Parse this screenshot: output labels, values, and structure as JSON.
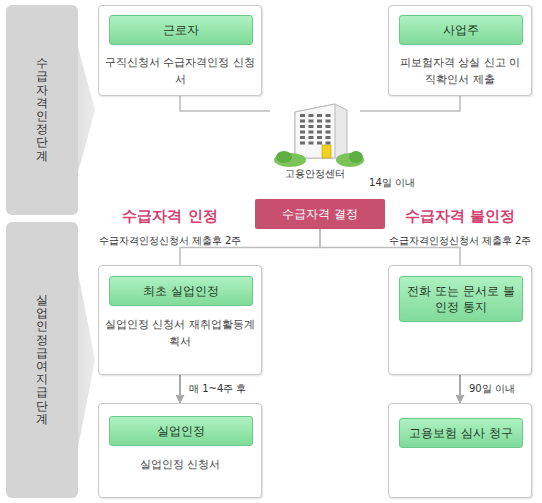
{
  "diagram": {
    "nodes": [
      {
        "text": [
          "수급자격 인정 단계"
        ]
      },
      {
        "text": [
          "실업인정 급여지급 단계"
        ]
      },
      {
        "text": [
          "구직신청서 수급자격인정 신청서"
        ]
      },
      {
        "text": [
          "근로자"
        ],
        "in": 2
      },
      {
        "text": [
          "피보험자격 상실 신고 이직확인서 제출"
        ]
      },
      {
        "text": [
          "사업주"
        ],
        "in": 4
      },
      {
        "text": [
          "고용안정센터"
        ]
      },
      {
        "text": [
          "수급자격 결정"
        ]
      },
      {
        "text": [
          "실업인정 신청서 재취업활동계획서"
        ]
      },
      {
        "text": [
          "최초 실업인정"
        ],
        "in": 8
      },
      {
        "text": []
      },
      {
        "text": [
          "전화 또는 문서로 불인정 통지"
        ],
        "in": 10
      },
      {
        "text": [
          "실업인정 신청서"
        ]
      },
      {
        "text": [
          "실업인정"
        ],
        "in": 12
      },
      {
        "text": []
      },
      {
        "text": [
          "고용보험 심사 청구"
        ],
        "in": 14
      }
    ],
    "edges": [
      {
        "from": 2,
        "to": 6,
        "arrow": "none"
      },
      {
        "from": 4,
        "to": 6,
        "arrow": "none"
      },
      {
        "from": 7,
        "to": 8,
        "arrow": "none"
      },
      {
        "from": 7,
        "to": 10,
        "arrow": "none"
      },
      {
        "from": 8,
        "to": 12,
        "label": "매 1~4주 후",
        "arrow": "to"
      },
      {
        "from": 10,
        "to": 14,
        "label": "90일 이내",
        "arrow": "to"
      }
    ],
    "labels": [
      "14일 이내",
      "수급자격 인정",
      "수급자격인정신청서 제출후 2주",
      "수급자격 불인정",
      "수급자격인정신청서 제출후 2주"
    ]
  }
}
